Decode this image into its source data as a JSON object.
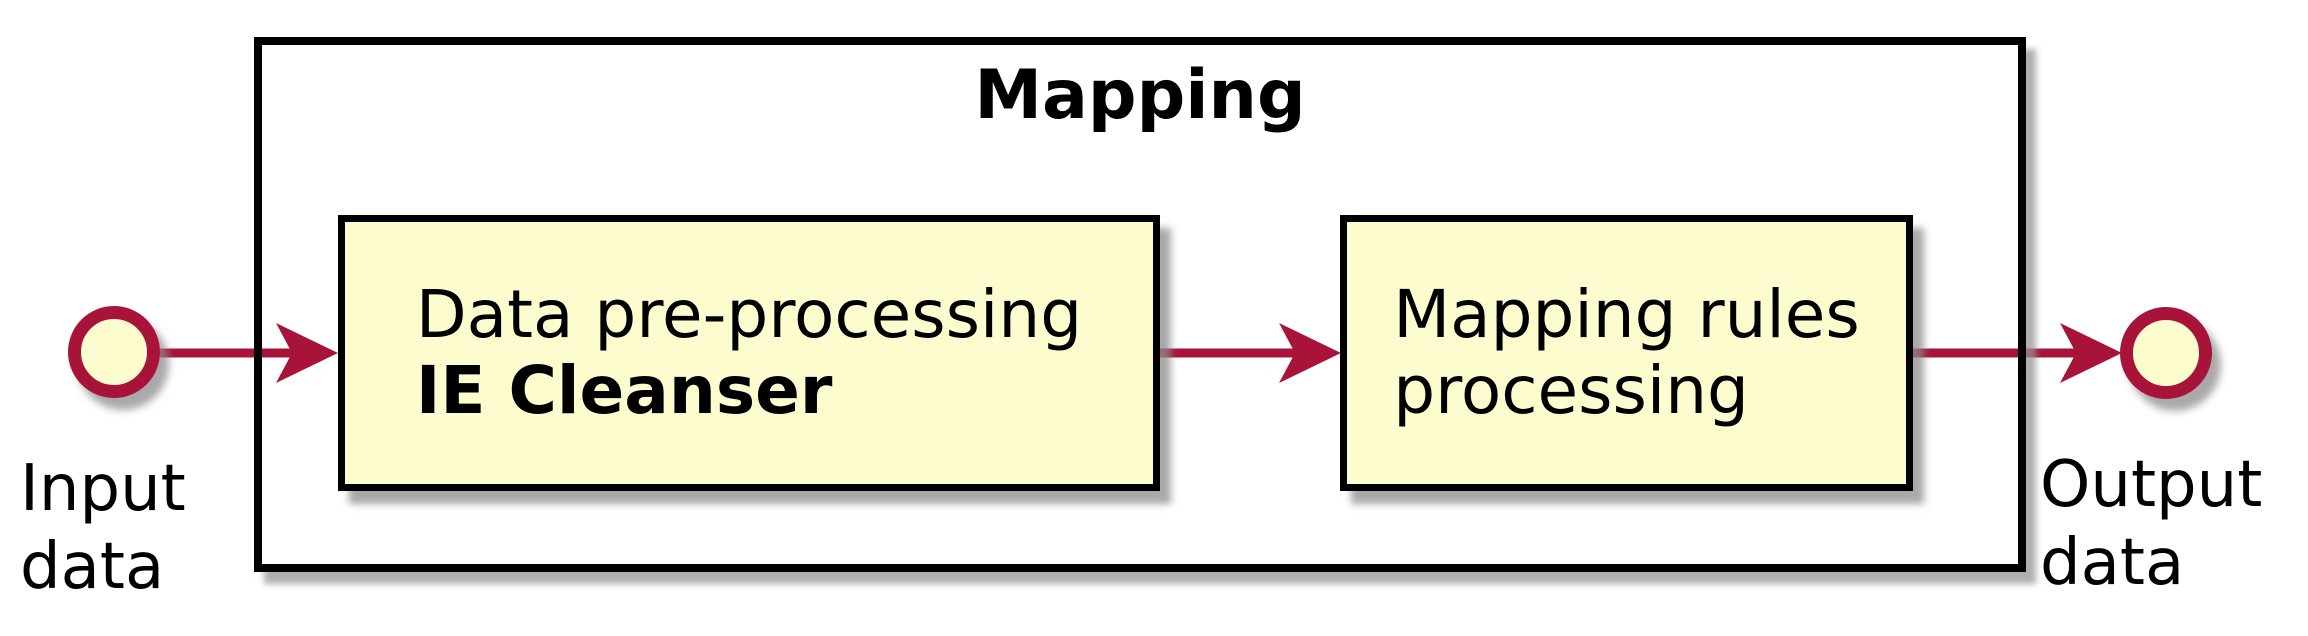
{
  "diagram": {
    "type": "activity-flow",
    "partition": {
      "title": "Mapping"
    },
    "activities": [
      {
        "id": "data-pre-processing",
        "line1": "Data pre-processing",
        "line2": "IE Cleanser",
        "line2_bold": true
      },
      {
        "id": "mapping-rules-processing",
        "line1": "Mapping rules",
        "line2": "processing",
        "line2_bold": false
      }
    ],
    "start": {
      "label": "Input\ndata"
    },
    "end": {
      "label": "Output\ndata"
    },
    "edges": [
      {
        "from": "input",
        "to": "data-pre-processing"
      },
      {
        "from": "data-pre-processing",
        "to": "mapping-rules-processing"
      },
      {
        "from": "mapping-rules-processing",
        "to": "output"
      }
    ],
    "colors": {
      "background": "#FFFFFF",
      "node_fill": "#FCFCCE",
      "node_border": "#000000",
      "arrow": "#A81439",
      "text": "#000000"
    }
  }
}
